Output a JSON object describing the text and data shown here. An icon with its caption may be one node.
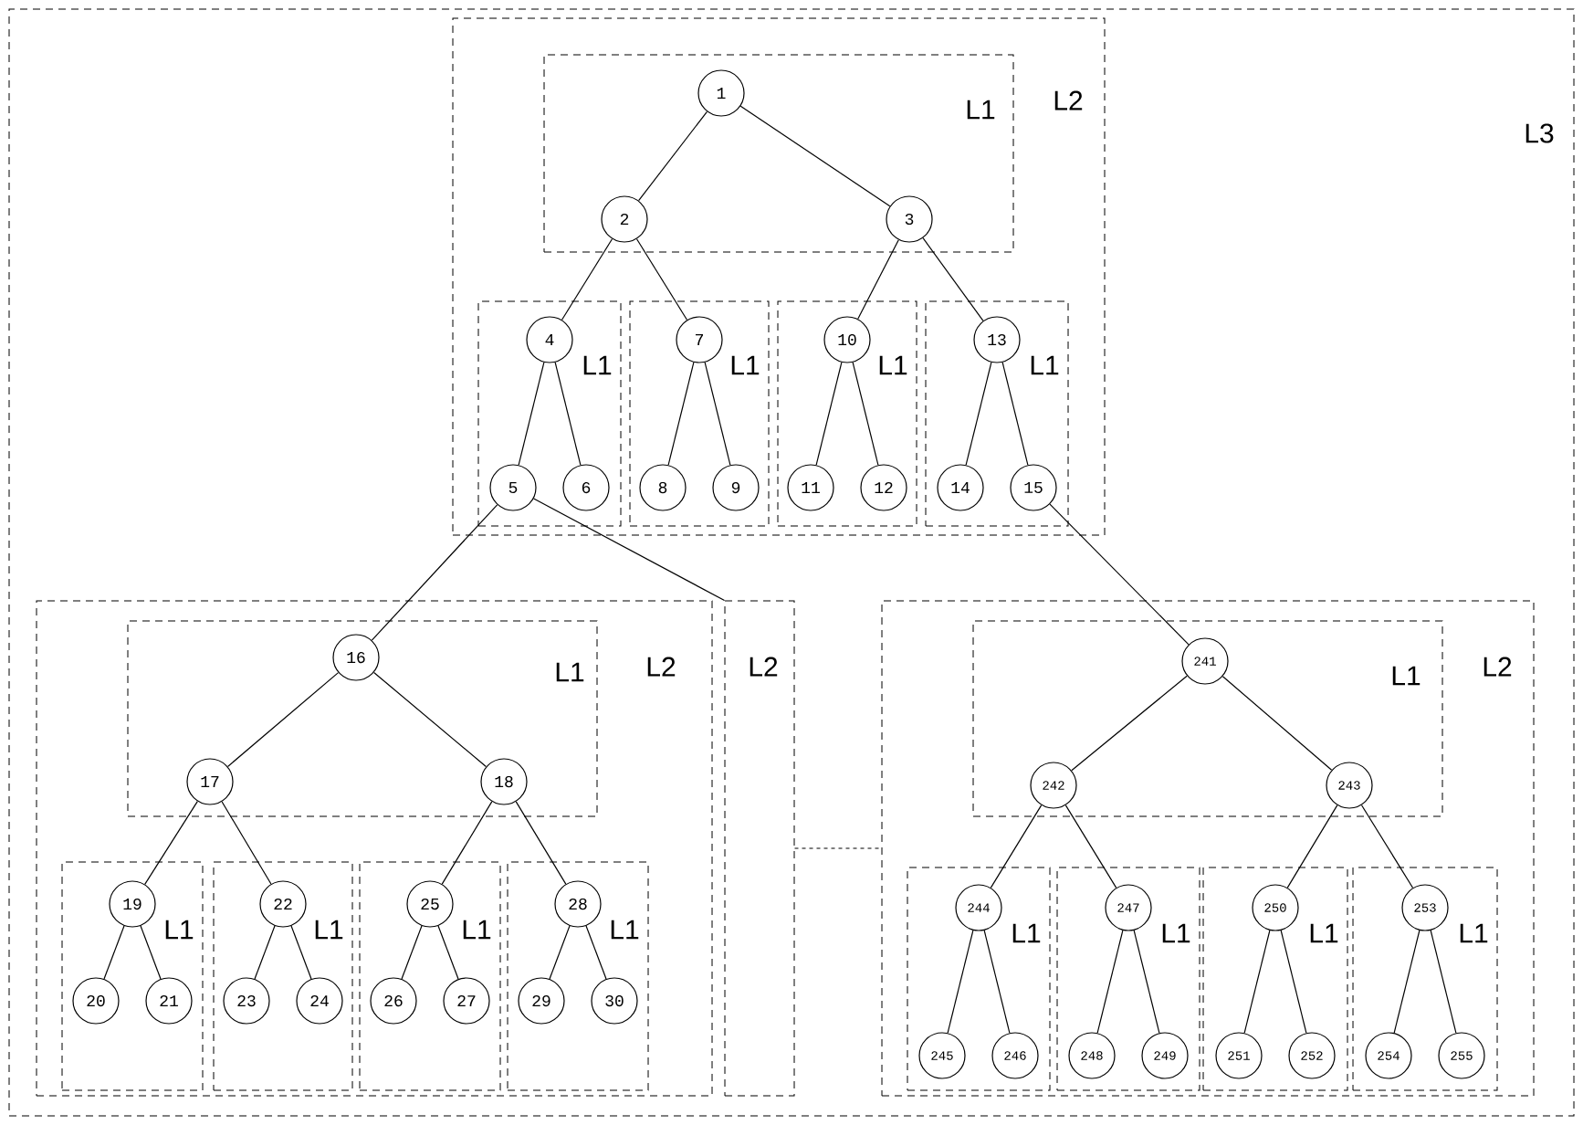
{
  "diagram": {
    "nodes": [
      {
        "text": [
          "L3"
        ]
      },
      {
        "text": [
          "L2"
        ],
        "in": 0
      },
      {
        "text": [
          "L1"
        ],
        "in": 1
      },
      {
        "text": [
          "1"
        ],
        "in": 2
      },
      {
        "text": [
          "2"
        ],
        "in": 2
      },
      {
        "text": [
          "3"
        ],
        "in": 2
      },
      {
        "text": [
          "L1"
        ],
        "in": 1
      },
      {
        "text": [
          "4"
        ],
        "in": 6
      },
      {
        "text": [
          "5"
        ],
        "in": 6
      },
      {
        "text": [
          "6"
        ],
        "in": 6
      },
      {
        "text": [
          "L1"
        ],
        "in": 1
      },
      {
        "text": [
          "7"
        ],
        "in": 10
      },
      {
        "text": [
          "8"
        ],
        "in": 10
      },
      {
        "text": [
          "9"
        ],
        "in": 10
      },
      {
        "text": [
          "L1"
        ],
        "in": 1
      },
      {
        "text": [
          "10"
        ],
        "in": 14
      },
      {
        "text": [
          "11"
        ],
        "in": 14
      },
      {
        "text": [
          "12"
        ],
        "in": 14
      },
      {
        "text": [
          "L1"
        ],
        "in": 1
      },
      {
        "text": [
          "13"
        ],
        "in": 18
      },
      {
        "text": [
          "14"
        ],
        "in": 18
      },
      {
        "text": [
          "15"
        ],
        "in": 18
      },
      {
        "text": [
          "L2"
        ],
        "in": 0
      },
      {
        "text": [
          "L1"
        ],
        "in": 22
      },
      {
        "text": [
          "16"
        ],
        "in": 23
      },
      {
        "text": [
          "17"
        ],
        "in": 23
      },
      {
        "text": [
          "18"
        ],
        "in": 23
      },
      {
        "text": [
          "L1"
        ],
        "in": 22
      },
      {
        "text": [
          "19"
        ],
        "in": 27
      },
      {
        "text": [
          "20"
        ],
        "in": 27
      },
      {
        "text": [
          "21"
        ],
        "in": 27
      },
      {
        "text": [
          "L1"
        ],
        "in": 22
      },
      {
        "text": [
          "22"
        ],
        "in": 31
      },
      {
        "text": [
          "23"
        ],
        "in": 31
      },
      {
        "text": [
          "24"
        ],
        "in": 31
      },
      {
        "text": [
          "L1"
        ],
        "in": 22
      },
      {
        "text": [
          "25"
        ],
        "in": 35
      },
      {
        "text": [
          "26"
        ],
        "in": 35
      },
      {
        "text": [
          "27"
        ],
        "in": 35
      },
      {
        "text": [
          "L1"
        ],
        "in": 22
      },
      {
        "text": [
          "28"
        ],
        "in": 39
      },
      {
        "text": [
          "29"
        ],
        "in": 39
      },
      {
        "text": [
          "30"
        ],
        "in": 39
      },
      {
        "text": [
          "L2"
        ],
        "in": 0
      },
      {
        "text": [
          "L2"
        ],
        "in": 0
      },
      {
        "text": [
          "L1"
        ],
        "in": 44
      },
      {
        "text": [
          "241"
        ],
        "in": 45
      },
      {
        "text": [
          "242"
        ],
        "in": 45
      },
      {
        "text": [
          "243"
        ],
        "in": 45
      },
      {
        "text": [
          "L1"
        ],
        "in": 44
      },
      {
        "text": [
          "244"
        ],
        "in": 49
      },
      {
        "text": [
          "245"
        ],
        "in": 49
      },
      {
        "text": [
          "246"
        ],
        "in": 49
      },
      {
        "text": [
          "L1"
        ],
        "in": 44
      },
      {
        "text": [
          "247"
        ],
        "in": 53
      },
      {
        "text": [
          "248"
        ],
        "in": 53
      },
      {
        "text": [
          "249"
        ],
        "in": 53
      },
      {
        "text": [
          "L1"
        ],
        "in": 44
      },
      {
        "text": [
          "250"
        ],
        "in": 57
      },
      {
        "text": [
          "251"
        ],
        "in": 57
      },
      {
        "text": [
          "252"
        ],
        "in": 57
      },
      {
        "text": [
          "L1"
        ],
        "in": 44
      },
      {
        "text": [
          "253"
        ],
        "in": 61
      },
      {
        "text": [
          "254"
        ],
        "in": 61
      },
      {
        "text": [
          "255"
        ],
        "in": 61
      }
    ],
    "edges": [
      {
        "from": 3,
        "to": 4,
        "arrow": "none"
      },
      {
        "from": 3,
        "to": 5,
        "arrow": "none"
      },
      {
        "from": 4,
        "to": 7,
        "arrow": "none"
      },
      {
        "from": 4,
        "to": 11,
        "arrow": "none"
      },
      {
        "from": 5,
        "to": 15,
        "arrow": "none"
      },
      {
        "from": 5,
        "to": 19,
        "arrow": "none"
      },
      {
        "from": 7,
        "to": 8,
        "arrow": "none"
      },
      {
        "from": 7,
        "to": 9,
        "arrow": "none"
      },
      {
        "from": 11,
        "to": 12,
        "arrow": "none"
      },
      {
        "from": 11,
        "to": 13,
        "arrow": "none"
      },
      {
        "from": 15,
        "to": 16,
        "arrow": "none"
      },
      {
        "from": 15,
        "to": 17,
        "arrow": "none"
      },
      {
        "from": 19,
        "to": 20,
        "arrow": "none"
      },
      {
        "from": 19,
        "to": 21,
        "arrow": "none"
      },
      {
        "from": 8,
        "to": 24,
        "arrow": "none"
      },
      {
        "from": 8,
        "to": 43,
        "arrow": "none"
      },
      {
        "from": 21,
        "to": 46,
        "arrow": "none"
      },
      {
        "from": 24,
        "to": 25,
        "arrow": "none"
      },
      {
        "from": 24,
        "to": 26,
        "arrow": "none"
      },
      {
        "from": 25,
        "to": 28,
        "arrow": "none"
      },
      {
        "from": 25,
        "to": 32,
        "arrow": "none"
      },
      {
        "from": 26,
        "to": 36,
        "arrow": "none"
      },
      {
        "from": 26,
        "to": 40,
        "arrow": "none"
      },
      {
        "from": 28,
        "to": 29,
        "arrow": "none"
      },
      {
        "from": 28,
        "to": 30,
        "arrow": "none"
      },
      {
        "from": 32,
        "to": 33,
        "arrow": "none"
      },
      {
        "from": 32,
        "to": 34,
        "arrow": "none"
      },
      {
        "from": 36,
        "to": 37,
        "arrow": "none"
      },
      {
        "from": 36,
        "to": 38,
        "arrow": "none"
      },
      {
        "from": 40,
        "to": 41,
        "arrow": "none"
      },
      {
        "from": 40,
        "to": 42,
        "arrow": "none"
      },
      {
        "from": 43,
        "to": 44,
        "arrow": "none",
        "style": "dashed"
      },
      {
        "from": 46,
        "to": 47,
        "arrow": "none"
      },
      {
        "from": 46,
        "to": 48,
        "arrow": "none"
      },
      {
        "from": 47,
        "to": 50,
        "arrow": "none"
      },
      {
        "from": 47,
        "to": 54,
        "arrow": "none"
      },
      {
        "from": 48,
        "to": 58,
        "arrow": "none"
      },
      {
        "from": 48,
        "to": 62,
        "arrow": "none"
      },
      {
        "from": 50,
        "to": 51,
        "arrow": "none"
      },
      {
        "from": 50,
        "to": 52,
        "arrow": "none"
      },
      {
        "from": 54,
        "to": 55,
        "arrow": "none"
      },
      {
        "from": 54,
        "to": 56,
        "arrow": "none"
      },
      {
        "from": 58,
        "to": 59,
        "arrow": "none"
      },
      {
        "from": 58,
        "to": 60,
        "arrow": "none"
      },
      {
        "from": 62,
        "to": 63,
        "arrow": "none"
      },
      {
        "from": 62,
        "to": 64,
        "arrow": "none"
      }
    ]
  }
}
